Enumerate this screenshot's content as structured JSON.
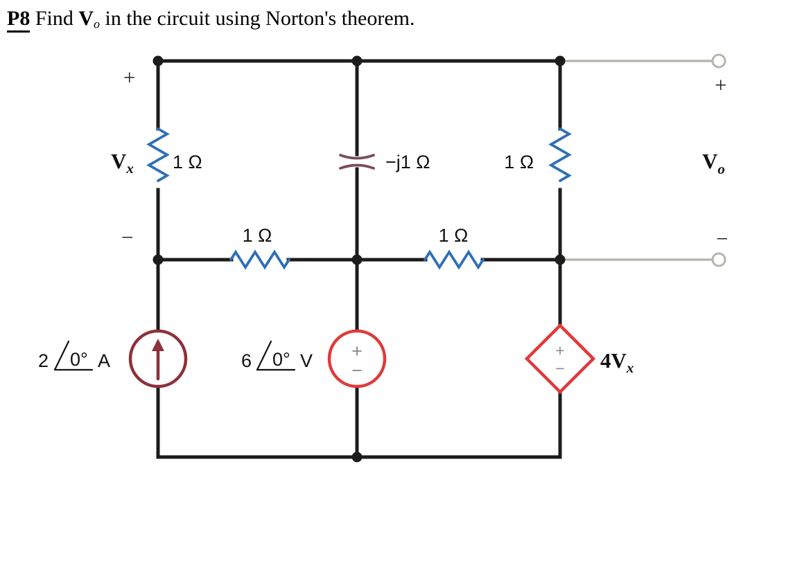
{
  "title": {
    "id": "P8",
    "pre": "Find",
    "v": "V",
    "v_sub": "o",
    "post": "in the circuit using Norton's theorem."
  },
  "vx": {
    "plus": "+",
    "v": "V",
    "sub": "x",
    "minus": "−"
  },
  "vo": {
    "plus": "+",
    "v": "V",
    "sub": "o",
    "minus": "−"
  },
  "resistors": {
    "left": "1 Ω",
    "right": "1 Ω",
    "mid_left": "1 Ω",
    "mid_right": "1 Ω"
  },
  "capacitor": {
    "label": "−j1 Ω"
  },
  "current_source": {
    "mag": "2",
    "angle": "0°",
    "unit": "A"
  },
  "voltage_source": {
    "mag": "6",
    "angle": "0°",
    "unit": "V",
    "plus": "+",
    "minus": "−"
  },
  "dependent_source": {
    "coef": "4V",
    "sub": "x",
    "plus": "+",
    "minus": "−"
  },
  "colors": {
    "wire": "#1c1c1c",
    "terminal_gray": "#b5b5aa",
    "resistor_blue": "#2e6fb7",
    "capacitor_mauve": "#7b4a5f",
    "current_source_maroon": "#8e3039",
    "source_red": "#e03a3a",
    "sign_gray": "#8c8c8c"
  }
}
